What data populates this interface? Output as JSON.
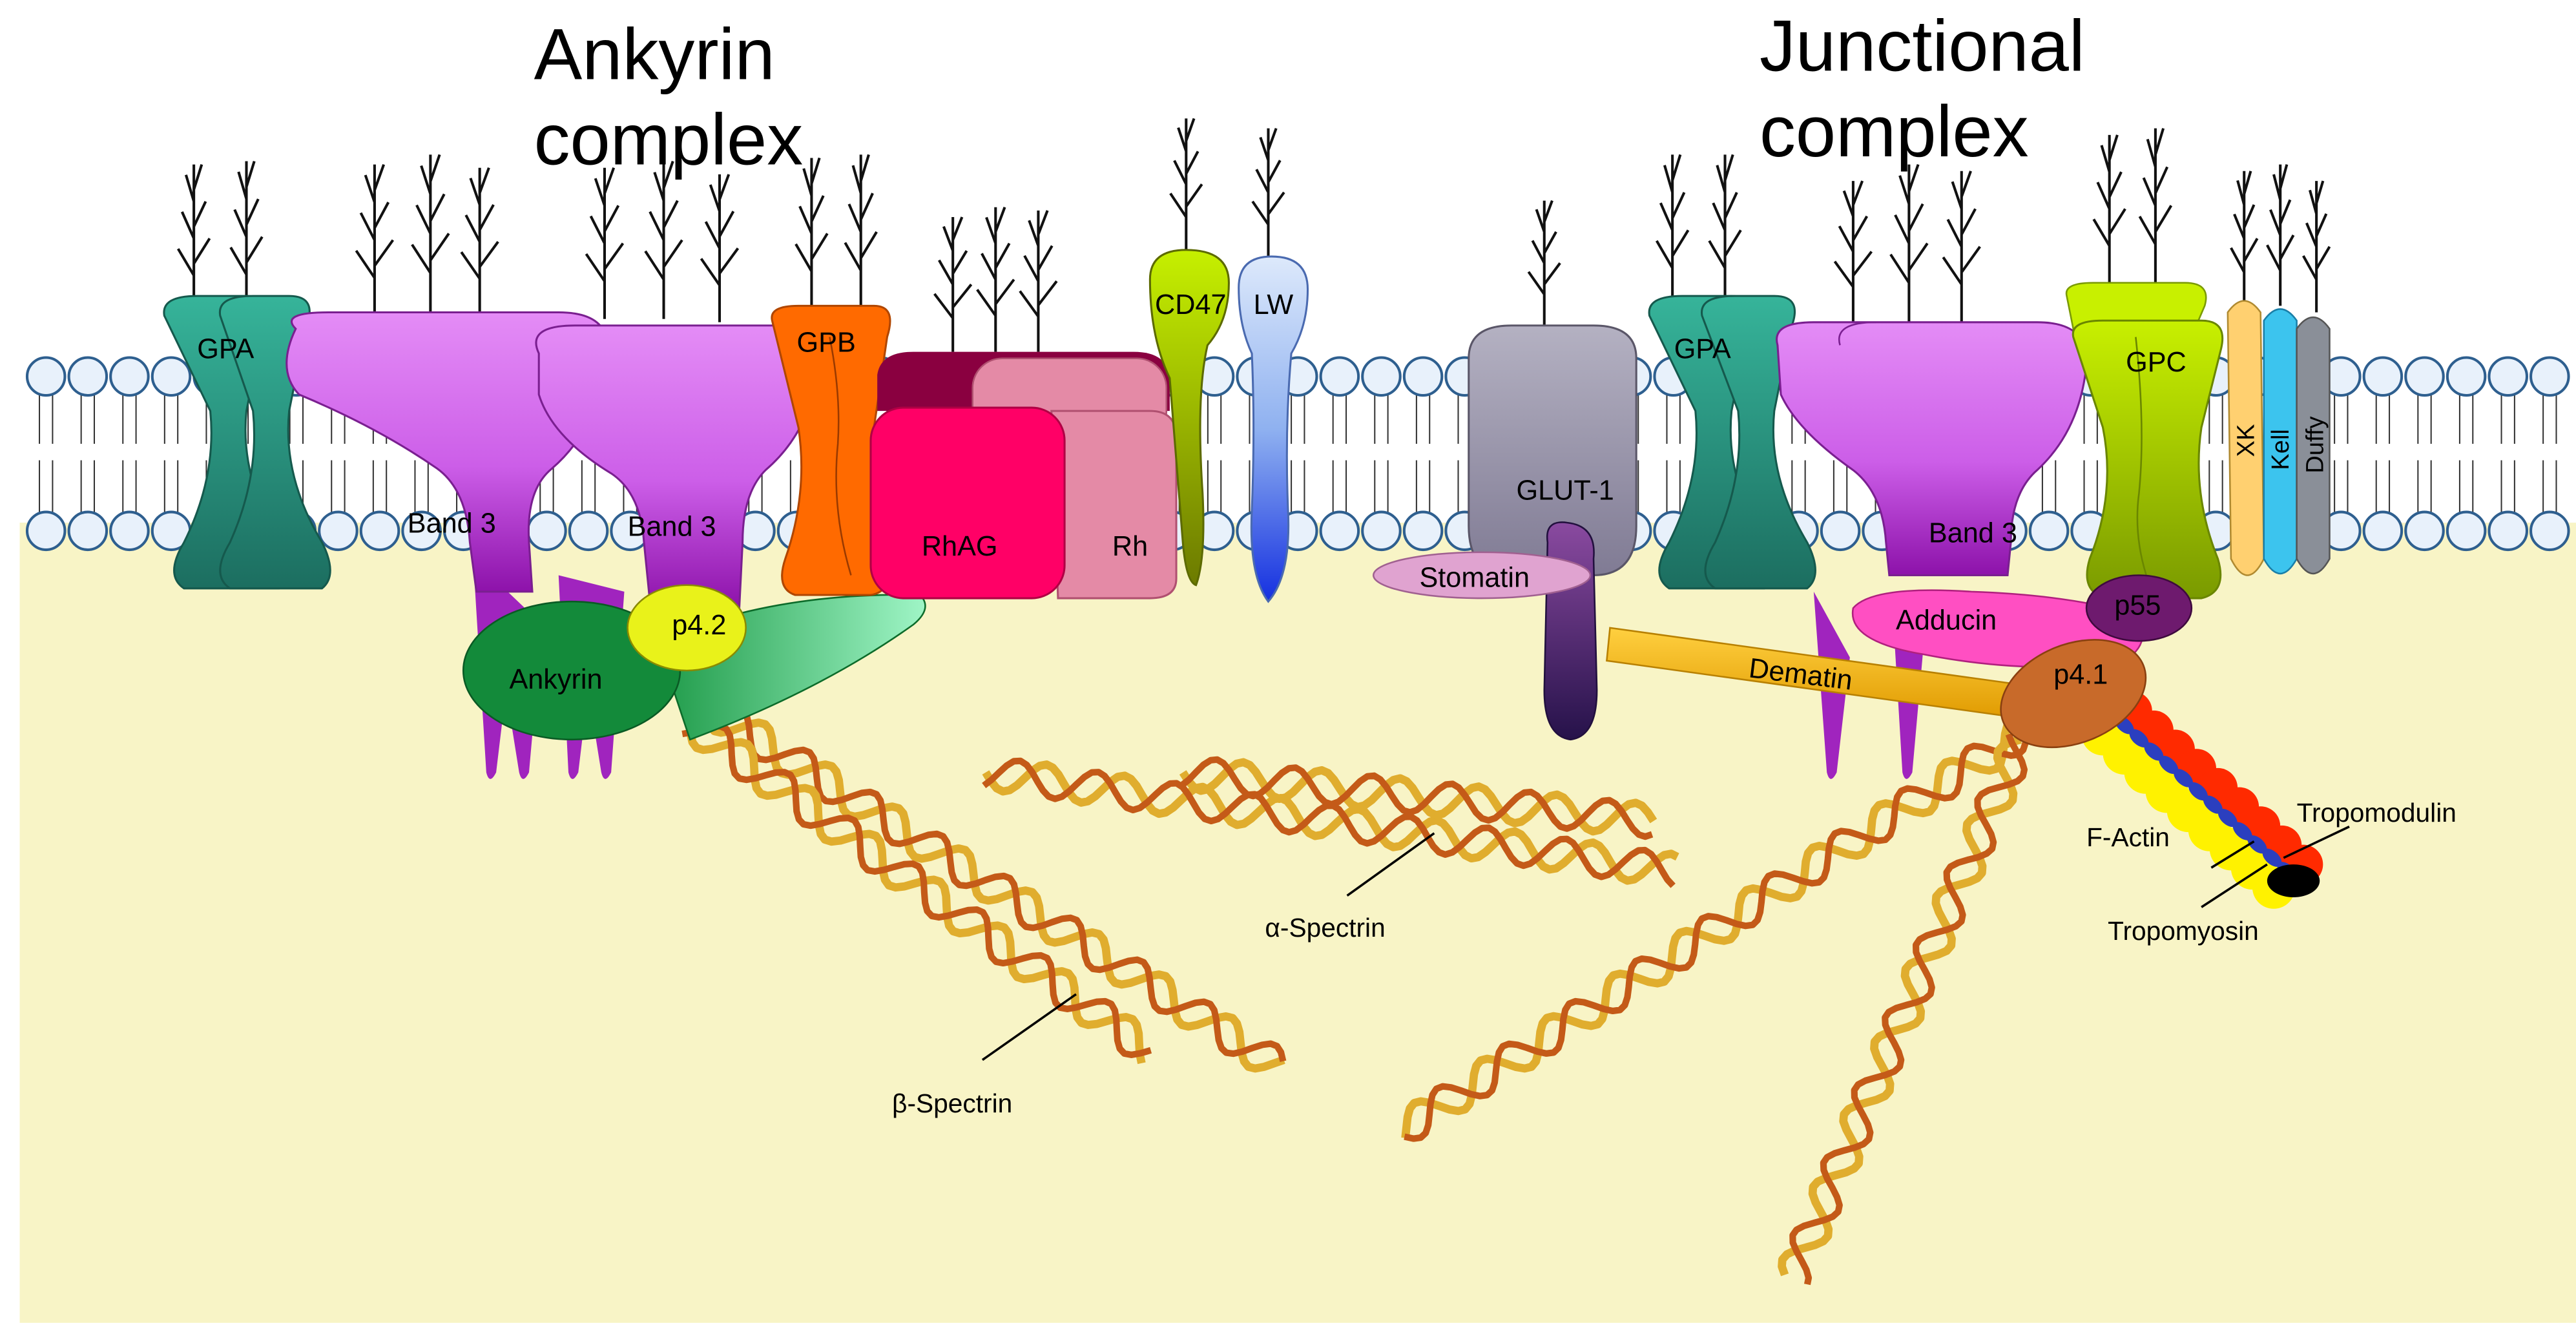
{
  "titles": {
    "ankyrin_line1": "Ankyrin",
    "ankyrin_line2": "complex",
    "junctional_line1": "Junctional",
    "junctional_line2": "complex"
  },
  "proteins": {
    "gpa_left": "GPA",
    "band3_a": "Band 3",
    "band3_b": "Band 3",
    "gpb": "GPB",
    "rhag": "RhAG",
    "rh": "Rh",
    "cd47": "CD47",
    "lw": "LW",
    "p42": "p4.2",
    "ankyrin": "Ankyrin",
    "glut1": "GLUT-1",
    "stomatin": "Stomatin",
    "gpa_right": "GPA",
    "band3_right": "Band 3",
    "gpc": "GPC",
    "xk": "XK",
    "kell": "Kell",
    "duffy": "Duffy",
    "adducin": "Adducin",
    "p55": "p55",
    "p41": "p4.1",
    "dematin": "Dematin",
    "f_actin": "F-Actin",
    "tropomodulin": "Tropomodulin",
    "tropomyosin": "Tropomyosin",
    "alpha_spectrin": "α-Spectrin",
    "beta_spectrin": "β-Spectrin"
  },
  "colors": {
    "cytoplasm": "#f8f4c6",
    "lipid_head_fill": "#e8f1fb",
    "lipid_head_stroke": "#2e5f8f",
    "gpa": "#2a9a86",
    "band3": "#dd78f2",
    "band3_dark": "#9a1fb5",
    "gpb": "#ff6a00",
    "rhag": "#ff0066",
    "rh": "#e48aa6",
    "rh_dark": "#8a0040",
    "cd47": "#b5d900",
    "lw_top": "#d6e6fb",
    "lw_bottom": "#1f39e0",
    "ankyrin": "#138a3a",
    "ankyrin_tail": "#7ff0b0",
    "p42": "#e9f21a",
    "glut1": "#a4a1b2",
    "stomatin": "#e0a3d0",
    "stomatin_dark": "#3a1c5e",
    "gpc": "#b8e000",
    "xk": "#ffd070",
    "kell": "#3cc4ee",
    "duffy": "#8a8f98",
    "adducin": "#ff4fc2",
    "p55": "#6e1a6e",
    "p41": "#c86a2a",
    "dematin": "#f5b800",
    "spectrin_light": "#e0ad2e",
    "spectrin_dark": "#c45a18",
    "actin_yellow": "#fff200",
    "actin_red": "#ff2a00",
    "actin_blue": "#2b3fbf"
  }
}
